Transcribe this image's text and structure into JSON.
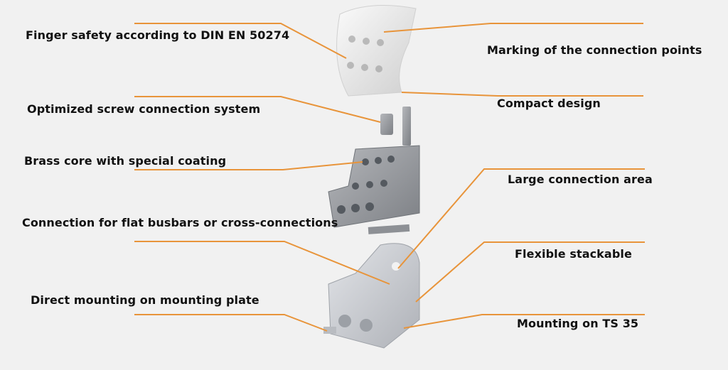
{
  "colors": {
    "leader": "#e8943a",
    "background": "#f1f1f1"
  },
  "labels_left": [
    "Finger safety according to DIN EN 50274",
    "Optimized screw connection system",
    "Brass core with special coating",
    "Connection for flat busbars or cross-connections",
    "Direct mounting on mounting plate"
  ],
  "labels_right": [
    "Marking of the connection points",
    "Compact design",
    "Large connection area",
    "Flexible stackable",
    "Mounting on TS 35"
  ]
}
